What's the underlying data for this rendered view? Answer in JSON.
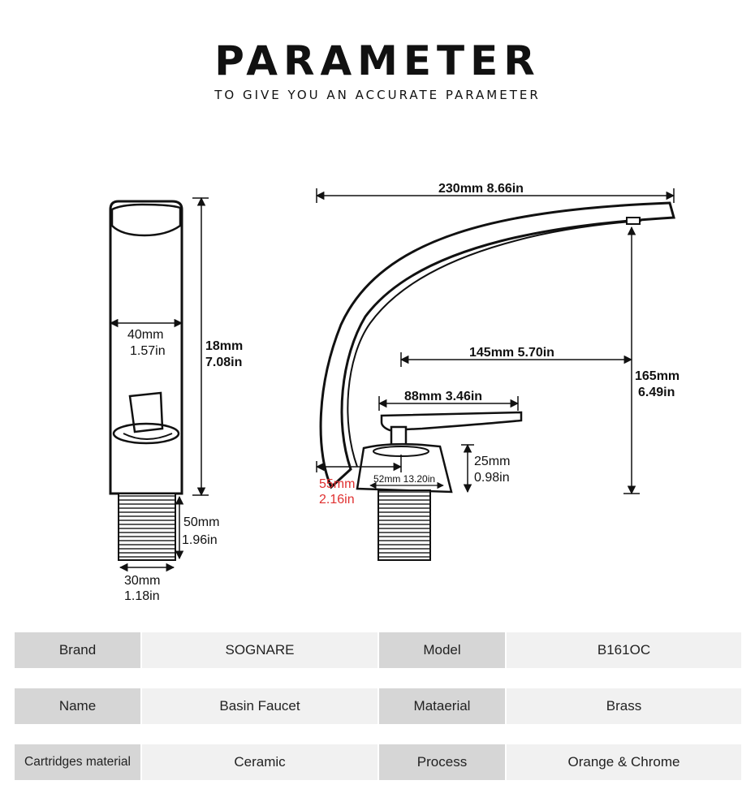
{
  "header": {
    "title": "PARAMETER",
    "subtitle": "TO GIVE YOU AN ACCURATE PARAMETER"
  },
  "front_view": {
    "width_top_mm": "40mm",
    "width_top_in": "1.57in",
    "height_mm": "18mm",
    "height_in": "7.08in",
    "thread_length_mm": "50mm",
    "thread_length_in": "1.96in",
    "thread_diameter_mm": "30mm",
    "thread_diameter_in": "1.18in"
  },
  "side_view": {
    "total_length": "230mm 8.66in",
    "spout_reach": "145mm 5.70in",
    "handle_length": "88mm 3.46in",
    "spout_height_mm": "165mm",
    "spout_height_in": "6.49in",
    "base_height_mm": "25mm",
    "base_height_in": "0.98in",
    "base_length": "52mm 13.20in",
    "base_offset_mm": "55mm",
    "base_offset_in": "2.16in"
  },
  "specs": [
    {
      "label1": "Brand",
      "value1": "SOGNARE",
      "label2": "Model",
      "value2": "B161OC"
    },
    {
      "label1": "Name",
      "value1": "Basin Faucet",
      "label2": "Mataerial",
      "value2": "Brass"
    },
    {
      "label1": "Cartridges material",
      "value1": "Ceramic",
      "label2": "Process",
      "value2": "Orange & Chrome"
    }
  ],
  "colors": {
    "label_bg": "#d6d6d6",
    "value_bg": "#f1f1f1",
    "highlight_red": "#e03030"
  }
}
